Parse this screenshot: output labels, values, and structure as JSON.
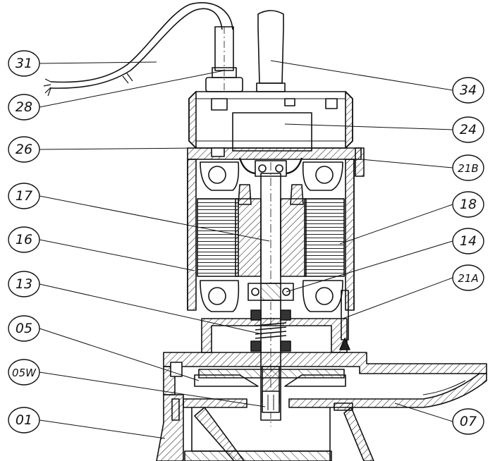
{
  "callouts": [
    {
      "id": "c31",
      "label": "31"
    },
    {
      "id": "c28",
      "label": "28"
    },
    {
      "id": "c26",
      "label": "26"
    },
    {
      "id": "c17",
      "label": "17"
    },
    {
      "id": "c16",
      "label": "16"
    },
    {
      "id": "c13",
      "label": "13"
    },
    {
      "id": "c05",
      "label": "05"
    },
    {
      "id": "c05w",
      "label": "05W"
    },
    {
      "id": "c01",
      "label": "01"
    },
    {
      "id": "c34",
      "label": "34"
    },
    {
      "id": "c24",
      "label": "24"
    },
    {
      "id": "c21b",
      "label": "21B"
    },
    {
      "id": "c18",
      "label": "18"
    },
    {
      "id": "c14",
      "label": "14"
    },
    {
      "id": "c21a",
      "label": "21A"
    },
    {
      "id": "c07",
      "label": "07"
    }
  ],
  "colors": {
    "line": "#111111",
    "paper": "#ffffff",
    "hatch": "#222222"
  }
}
